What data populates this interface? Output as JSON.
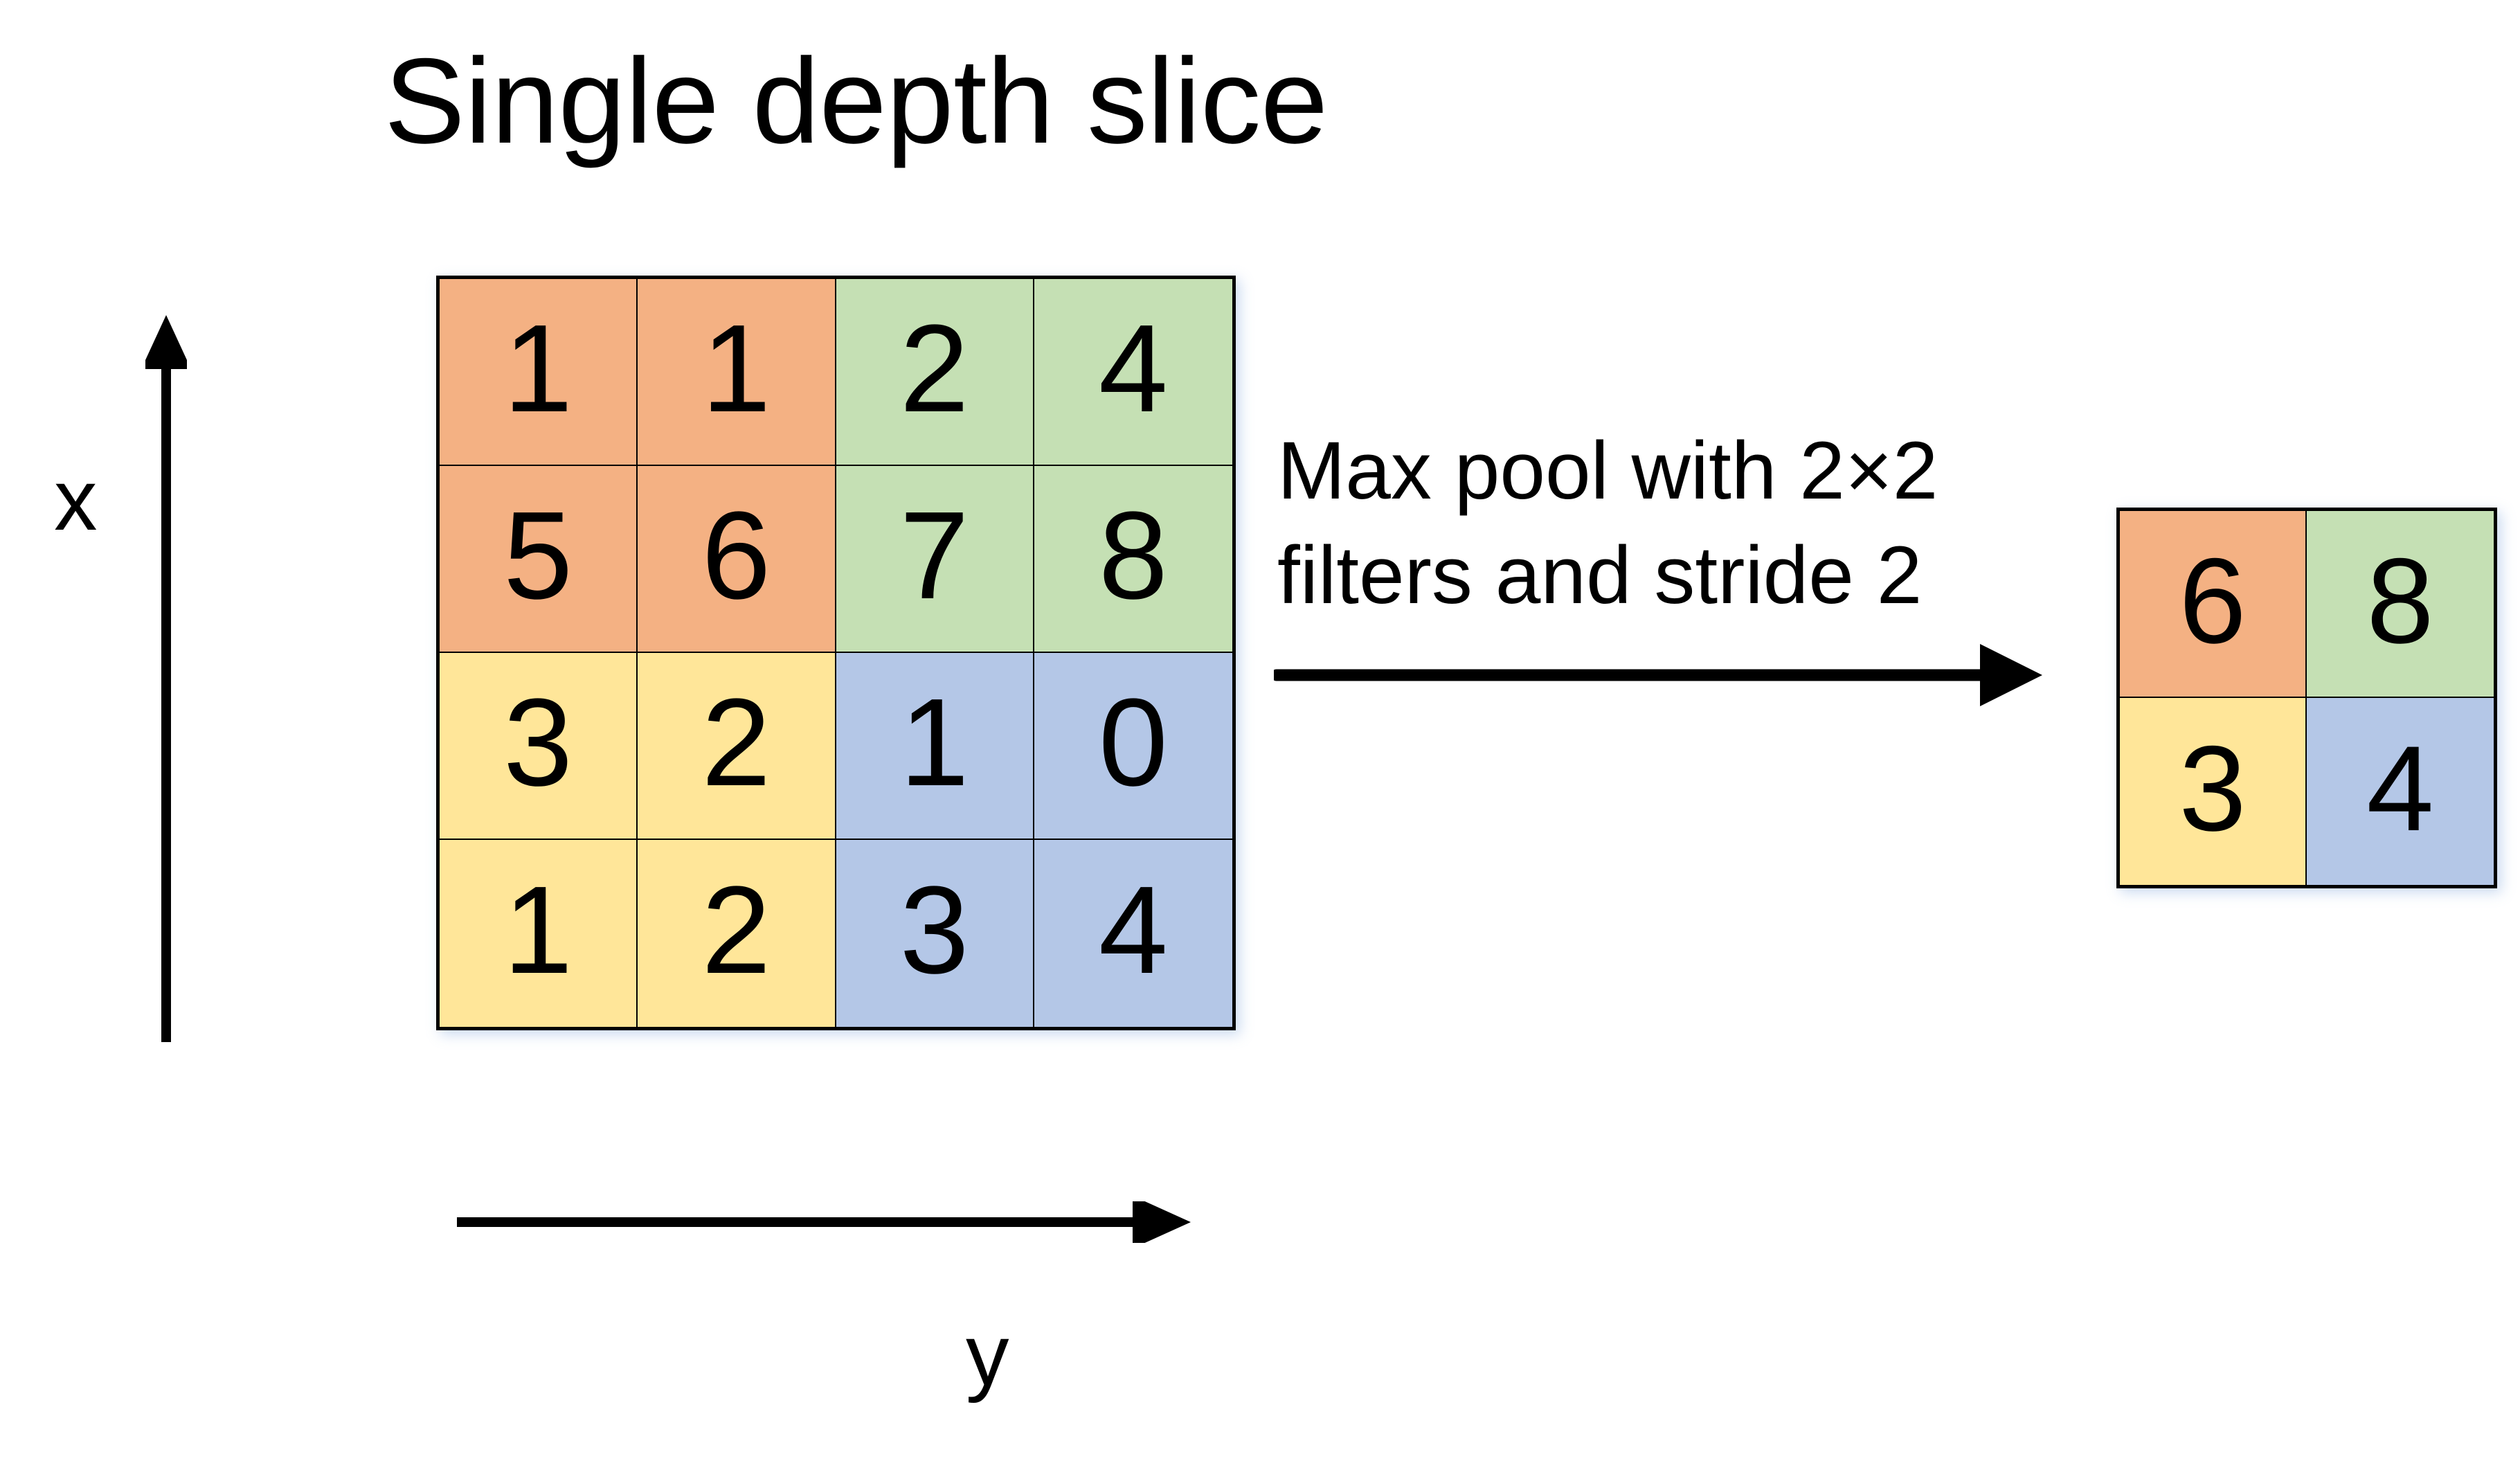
{
  "title": "Single depth slice",
  "axes": {
    "vertical_label": "x",
    "horizontal_label": "y"
  },
  "transform": {
    "caption": "Max pool with 2×2 filters and stride 2",
    "arrow": "right-arrow-icon"
  },
  "palette": {
    "orange": "#F4B183",
    "green": "#C5E0B4",
    "yellow": "#FFE699",
    "blue": "#B4C7E7",
    "border": "#000000",
    "background": "#FFFFFF"
  },
  "chart_data": {
    "type": "heatmap",
    "title": "Single depth slice",
    "xlabel": "y",
    "ylabel": "x",
    "grid": true,
    "legend": "none",
    "operation": "Max pool with 2×2 filters and stride 2",
    "input": {
      "name": "input-feature-map",
      "rows": 4,
      "cols": 4,
      "values": [
        [
          1,
          1,
          2,
          4
        ],
        [
          5,
          6,
          7,
          8
        ],
        [
          3,
          2,
          1,
          0
        ],
        [
          1,
          2,
          3,
          4
        ]
      ],
      "cell_colors": [
        [
          "#F4B183",
          "#F4B183",
          "#C5E0B4",
          "#C5E0B4"
        ],
        [
          "#F4B183",
          "#F4B183",
          "#C5E0B4",
          "#C5E0B4"
        ],
        [
          "#FFE699",
          "#FFE699",
          "#B4C7E7",
          "#B4C7E7"
        ],
        [
          "#FFE699",
          "#FFE699",
          "#B4C7E7",
          "#B4C7E7"
        ]
      ],
      "pool_regions": [
        {
          "color": "#F4B183",
          "values": [
            1,
            1,
            5,
            6
          ],
          "max": 6
        },
        {
          "color": "#C5E0B4",
          "values": [
            2,
            4,
            7,
            8
          ],
          "max": 8
        },
        {
          "color": "#FFE699",
          "values": [
            3,
            2,
            1,
            2
          ],
          "max": 3
        },
        {
          "color": "#B4C7E7",
          "values": [
            1,
            0,
            3,
            4
          ],
          "max": 4
        }
      ]
    },
    "output": {
      "name": "pooled-feature-map",
      "rows": 2,
      "cols": 2,
      "values": [
        [
          6,
          8
        ],
        [
          3,
          4
        ]
      ],
      "cell_colors": [
        [
          "#F4B183",
          "#C5E0B4"
        ],
        [
          "#FFE699",
          "#B4C7E7"
        ]
      ]
    }
  }
}
